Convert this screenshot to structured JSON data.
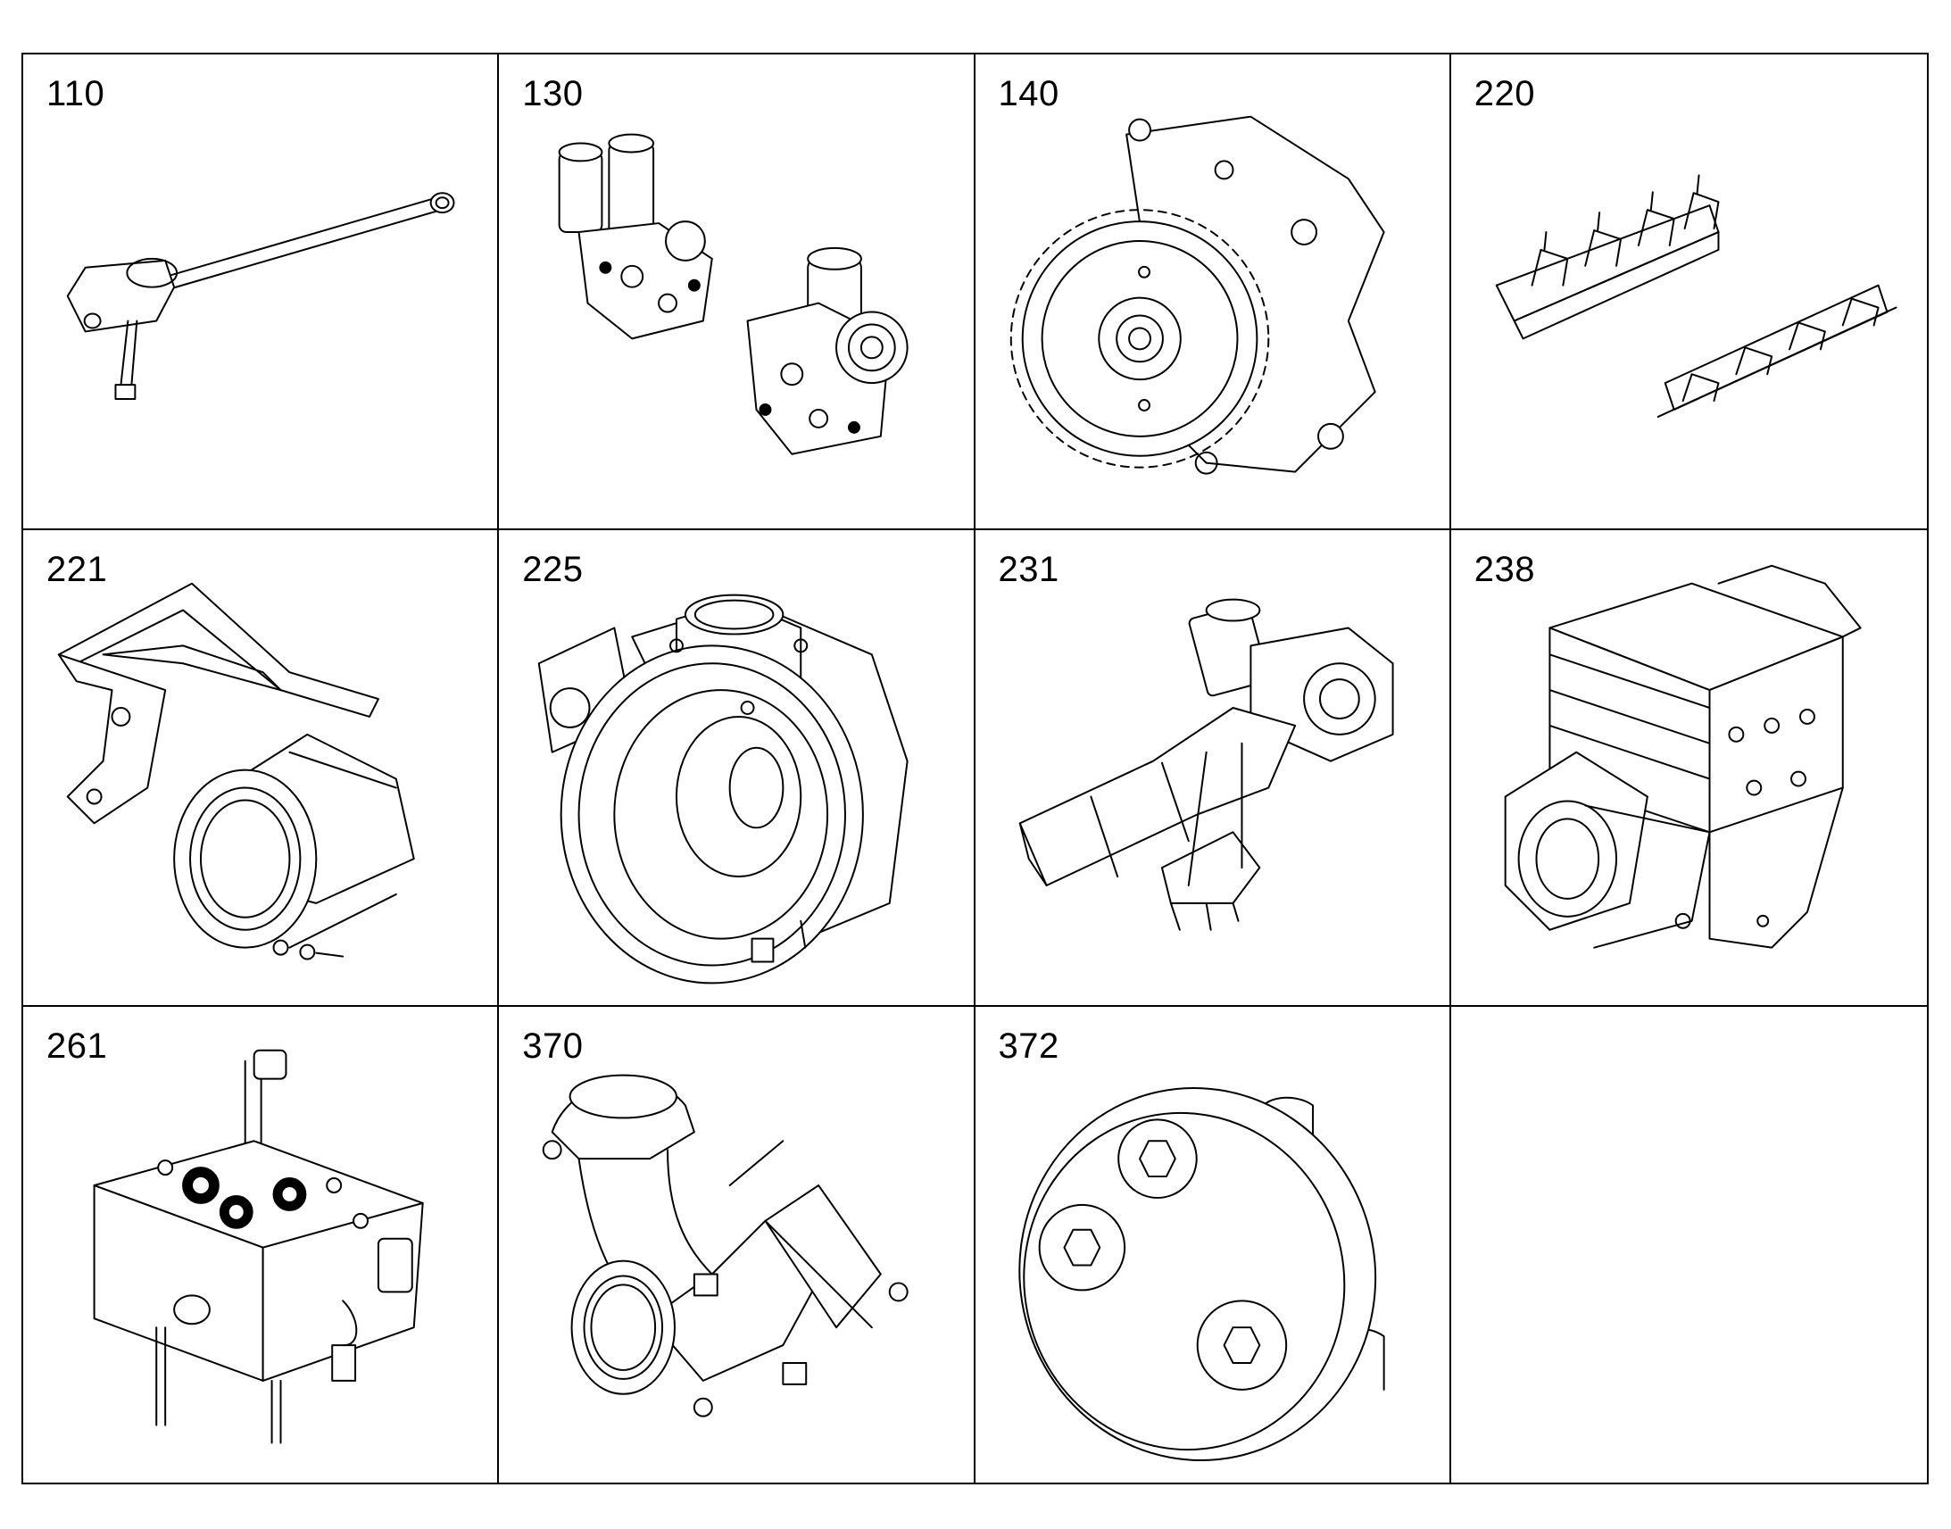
{
  "parts": [
    {
      "label": "110",
      "icon": "lever-tool-icon"
    },
    {
      "label": "130",
      "icon": "pump-assembly-icon"
    },
    {
      "label": "140",
      "icon": "gear-housing-icon"
    },
    {
      "label": "220",
      "icon": "manifold-icon"
    },
    {
      "label": "221",
      "icon": "bracket-housing-icon"
    },
    {
      "label": "225",
      "icon": "turbo-housing-icon"
    },
    {
      "label": "231",
      "icon": "actuator-arm-icon"
    },
    {
      "label": "238",
      "icon": "engine-block-icon"
    },
    {
      "label": "261",
      "icon": "cylinder-head-icon"
    },
    {
      "label": "370",
      "icon": "exhaust-pipe-icon"
    },
    {
      "label": "372",
      "icon": "socket-flange-icon"
    },
    {
      "label": "",
      "icon": ""
    }
  ]
}
